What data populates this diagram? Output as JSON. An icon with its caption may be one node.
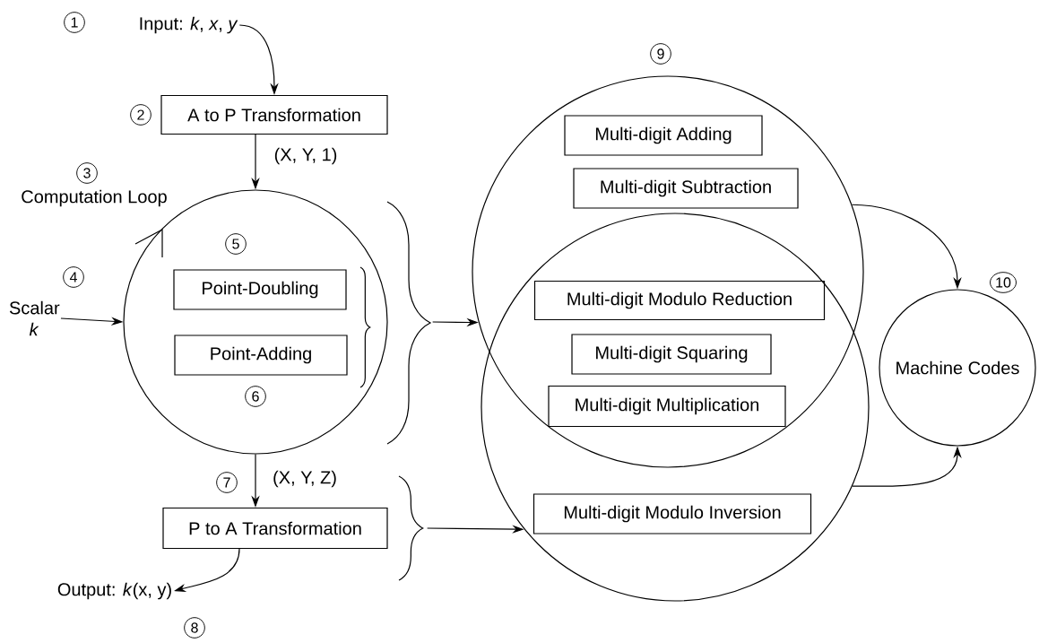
{
  "diagram": {
    "nodes": [
      {
        "text": [
          "Input: *k*, *x*, *y*"
        ]
      },
      {
        "text": [
          "A to P Transformation"
        ]
      },
      {
        "text": [
          "Computation Loop"
        ]
      },
      {
        "text": [
          "Scalar *k*"
        ]
      },
      {
        "text": [
          "Point-Doubling"
        ],
        "in": 2
      },
      {
        "text": [
          "Point-Adding"
        ],
        "in": 2
      },
      {
        "text": [
          "P to A Transformation"
        ]
      },
      {
        "text": [
          "Output: *k*(x, y)"
        ]
      },
      {
        "text": [],
        "shape": "circle"
      },
      {
        "text": [],
        "shape": "circle"
      },
      {
        "text": [
          "Multi-digit Adding"
        ],
        "in": 8
      },
      {
        "text": [
          "Multi-digit Subtraction"
        ],
        "in": 8
      },
      {
        "text": [
          "Multi-digit Modulo Reduction"
        ]
      },
      {
        "text": [
          "Multi-digit Squaring"
        ]
      },
      {
        "text": [
          "Multi-digit Multiplication"
        ]
      },
      {
        "text": [
          "Multi-digit Modulo Inversion"
        ],
        "in": 9
      },
      {
        "text": [
          "Machine Codes"
        ]
      }
    ],
    "edges": [
      {
        "from": 0,
        "to": 1,
        "arrow": "to"
      },
      {
        "from": 1,
        "to": 2,
        "arrow": "to",
        "label": "(X, Y, 1)"
      },
      {
        "from": 3,
        "to": 2,
        "arrow": "to"
      },
      {
        "from": 2,
        "to": 6,
        "arrow": "to",
        "label": "(X, Y, Z)"
      },
      {
        "from": 6,
        "to": 7,
        "arrow": "to"
      },
      {
        "from": 2,
        "to": 8,
        "arrow": "to"
      },
      {
        "from": 6,
        "to": 9,
        "arrow": "to"
      },
      {
        "from": 8,
        "to": 16,
        "arrow": "to"
      },
      {
        "from": 9,
        "to": 16,
        "arrow": "to"
      }
    ],
    "labels": [
      "1",
      "2",
      "3",
      "4",
      "5",
      "6",
      "7",
      "8",
      "9",
      "10"
    ]
  }
}
